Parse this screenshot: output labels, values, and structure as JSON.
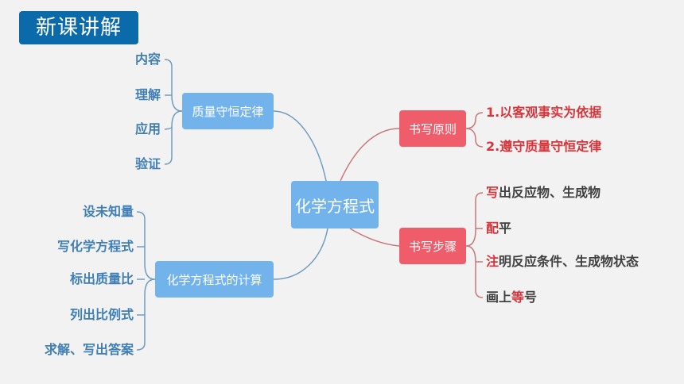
{
  "header": {
    "title": "新课讲解"
  },
  "center": {
    "label": "化学方程式"
  },
  "branches": {
    "conservation": {
      "label": "质量守恒定律",
      "items": [
        "内容",
        "理解",
        "应用",
        "验证"
      ]
    },
    "calculation": {
      "label": "化学方程式的计算",
      "items": [
        "设未知量",
        "写化学方程式",
        "标出质量比",
        "列出比例式",
        "求解、写出答案"
      ]
    },
    "principles": {
      "label": "书写原则",
      "items": [
        "1.以客观事实为依据",
        "2.遵守质量守恒定律"
      ]
    },
    "steps": {
      "label": "书写步骤",
      "items": [
        {
          "highlight": "写",
          "rest": "出反应物、生成物"
        },
        {
          "highlight": "配",
          "rest": "平"
        },
        {
          "highlight": "注",
          "rest": "明反应条件、生成物状态"
        },
        {
          "prefix": "画上",
          "highlight": "等",
          "rest": "号"
        }
      ]
    }
  },
  "colors": {
    "badge": "#0b6aa9",
    "blue_node": "#72b3ec",
    "red_node": "#ee5d69",
    "blue_text": "#3f7fb6",
    "red_text": "#d5353b",
    "blue_line": "#6f9cc3",
    "red_line": "#c87878"
  }
}
